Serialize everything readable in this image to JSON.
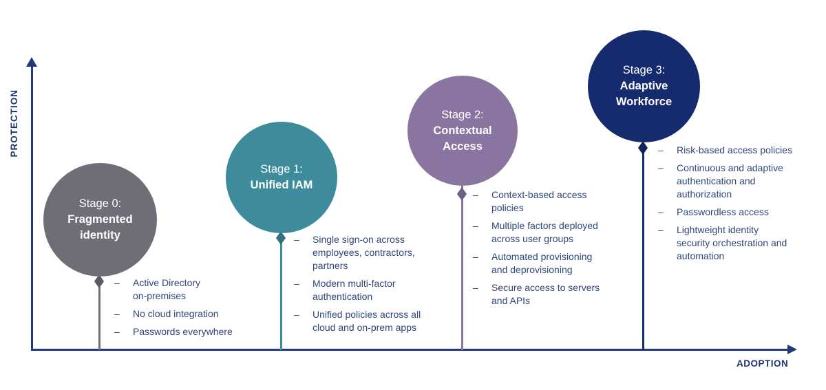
{
  "axes": {
    "y_label": "PROTECTION",
    "x_label": "ADOPTION",
    "axis_color": "#20397A",
    "label_color": "#1E3575"
  },
  "text_color": "#2E4679",
  "bullet_marker": "–",
  "stages": [
    {
      "label": "Stage 0:",
      "name": "Fragmented\nidentity",
      "color": "#6F6E76",
      "bullets": [
        "Active Directory\non-premises",
        "No cloud integration",
        "Passwords everywhere"
      ]
    },
    {
      "label": "Stage 1:",
      "name": "Unified IAM",
      "color": "#3D8B9B",
      "bullets": [
        "Single sign-on across\nemployees, contractors,\npartners",
        "Modern multi-factor\nauthentication",
        "Unified policies across all\ncloud and on-prem apps"
      ]
    },
    {
      "label": "Stage 2:",
      "name": "Contextual\nAccess",
      "color": "#8A74A0",
      "bullets": [
        "Context-based access\npolicies",
        "Multiple factors deployed\nacross user groups",
        "Automated provisioning\nand deprovisioning",
        "Secure access to servers\nand APIs"
      ]
    },
    {
      "label": "Stage 3:",
      "name": "Adaptive\nWorkforce",
      "color": "#152B6D",
      "bullets": [
        "Risk-based access policies",
        "Continuous and adaptive\nauthentication and\nauthorization",
        "Passwordless access",
        "Lightweight identity\nsecurity orchestration and\nautomation"
      ]
    }
  ]
}
